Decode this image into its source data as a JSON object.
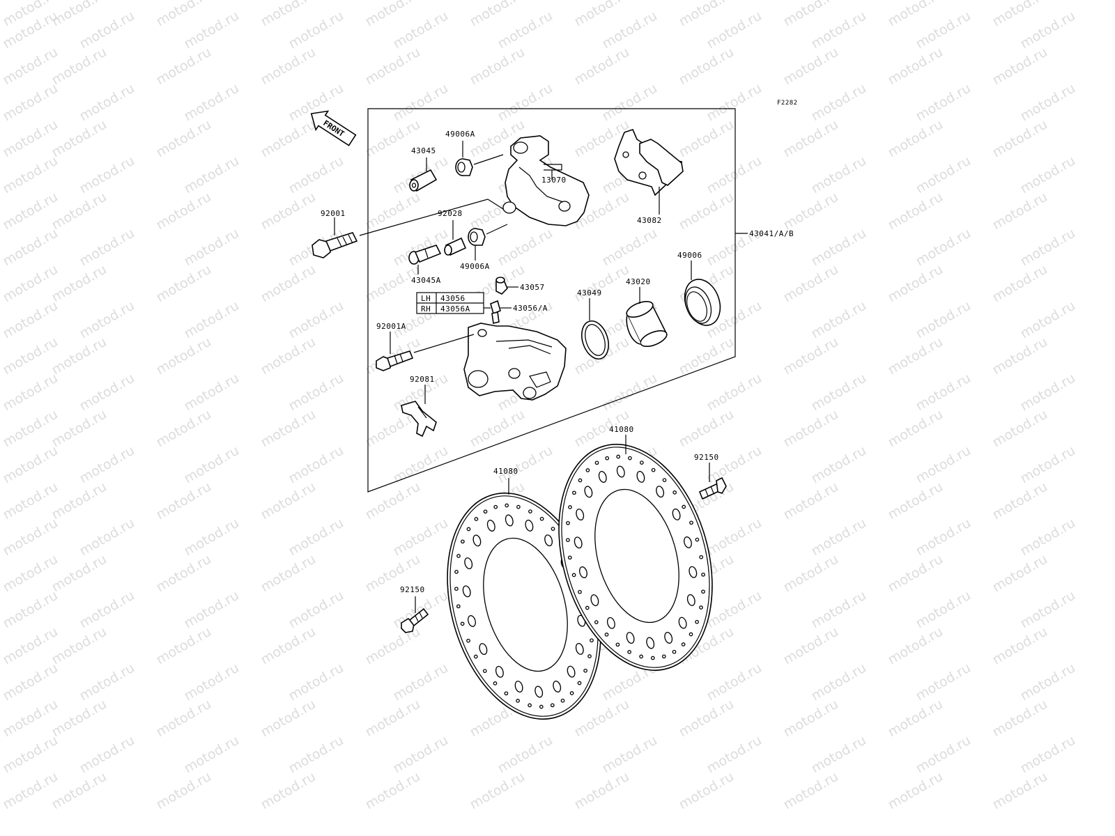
{
  "watermark_text": "motod.ru",
  "figure_code": "F2282",
  "front_arrow_label": "FRONT",
  "assembly_label": "43041/A/B",
  "side_table": [
    {
      "side": "LH",
      "part": "43056"
    },
    {
      "side": "RH",
      "part": "43056A"
    }
  ],
  "labels": {
    "p43045": "43045",
    "p49006a_top": "49006A",
    "p13070": "13070",
    "p43082": "43082",
    "p92001": "92001",
    "p92028": "92028",
    "p49006a_bottom": "49006A",
    "p43045a": "43045A",
    "p43057": "43057",
    "p43056a_bleeder": "43056/A",
    "p43049": "43049",
    "p43020": "43020",
    "p49006": "49006",
    "p92001a": "92001A",
    "p92081": "92081",
    "p41080_left": "41080",
    "p41080_right": "41080",
    "p92150_right": "92150",
    "p92150_left": "92150"
  }
}
